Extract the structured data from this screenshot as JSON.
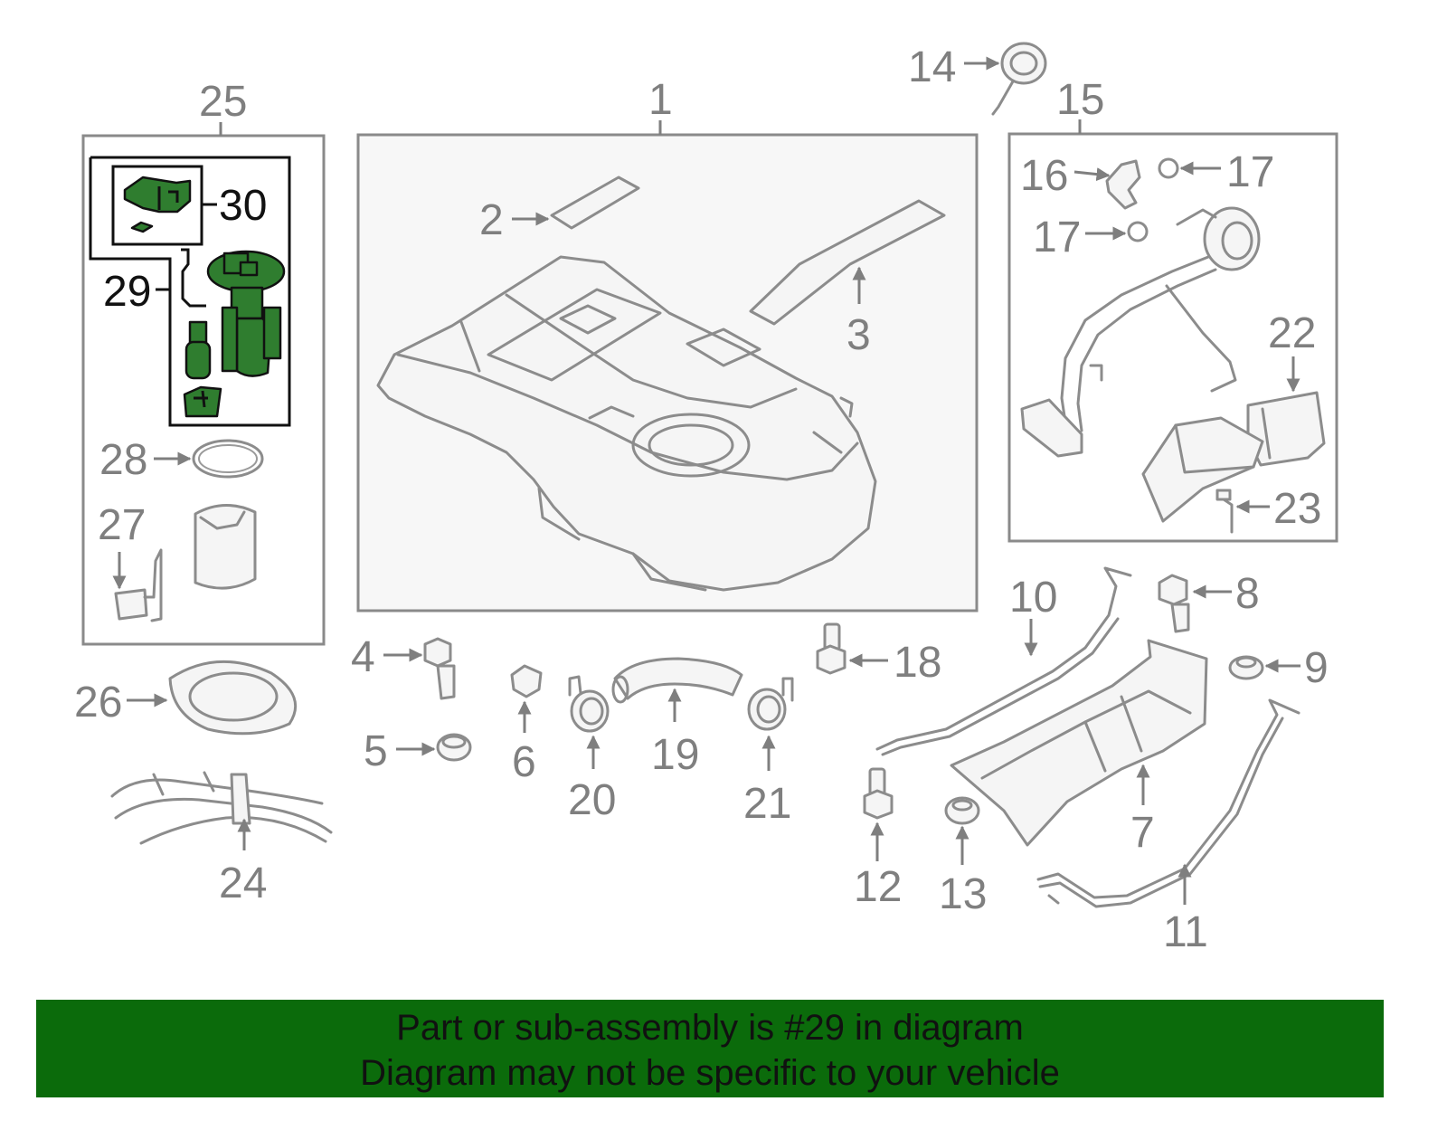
{
  "callouts": {
    "c1": "1",
    "c2": "2",
    "c3": "3",
    "c4": "4",
    "c5": "5",
    "c6": "6",
    "c7": "7",
    "c8": "8",
    "c9": "9",
    "c10": "10",
    "c11": "11",
    "c12": "12",
    "c13": "13",
    "c14": "14",
    "c15": "15",
    "c16": "16",
    "c17a": "17",
    "c17b": "17",
    "c18": "18",
    "c19": "19",
    "c20": "20",
    "c21": "21",
    "c22": "22",
    "c23": "23",
    "c24": "24",
    "c25": "25",
    "c26": "26",
    "c27": "27",
    "c28": "28",
    "c29": "29",
    "c30": "30"
  },
  "highlighted_part": "29",
  "colors": {
    "highlight_fill": "#2f7d2f",
    "banner_background": "#0b6b0b",
    "line_gray": "#8c8c8c"
  },
  "banner": {
    "line1": "Part or sub-assembly is #29 in diagram",
    "line2": "Diagram may not be specific to your vehicle"
  }
}
